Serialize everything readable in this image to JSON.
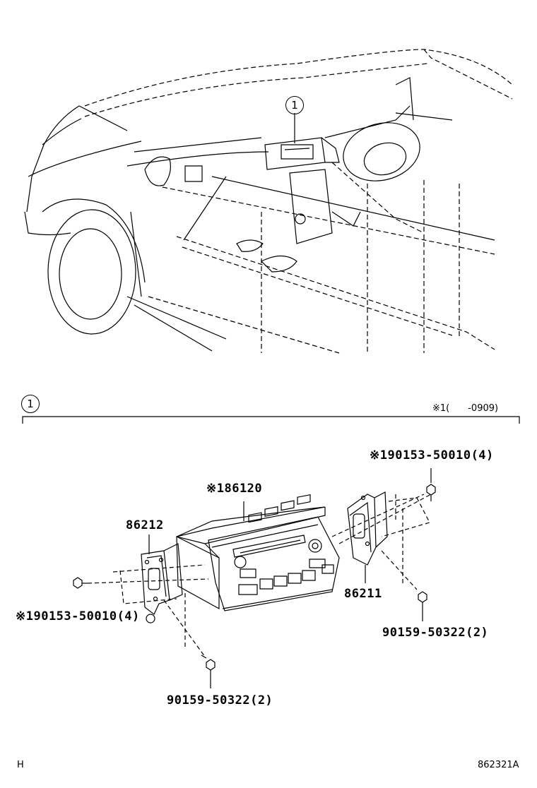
{
  "callout": {
    "number": "1"
  },
  "section_header": {
    "number": "1",
    "note": "※1(　　-0909)"
  },
  "parts": {
    "p86120": "※186120",
    "p86212": "86212",
    "p86211": "86211",
    "bolt_upper_right": "※190153-50010(4)",
    "bolt_left": "※190153-50010(4)",
    "screw_right": "90159-50322(2)",
    "screw_bottom": "90159-50322(2)"
  },
  "footer": {
    "left": "H",
    "right": "862321A"
  }
}
